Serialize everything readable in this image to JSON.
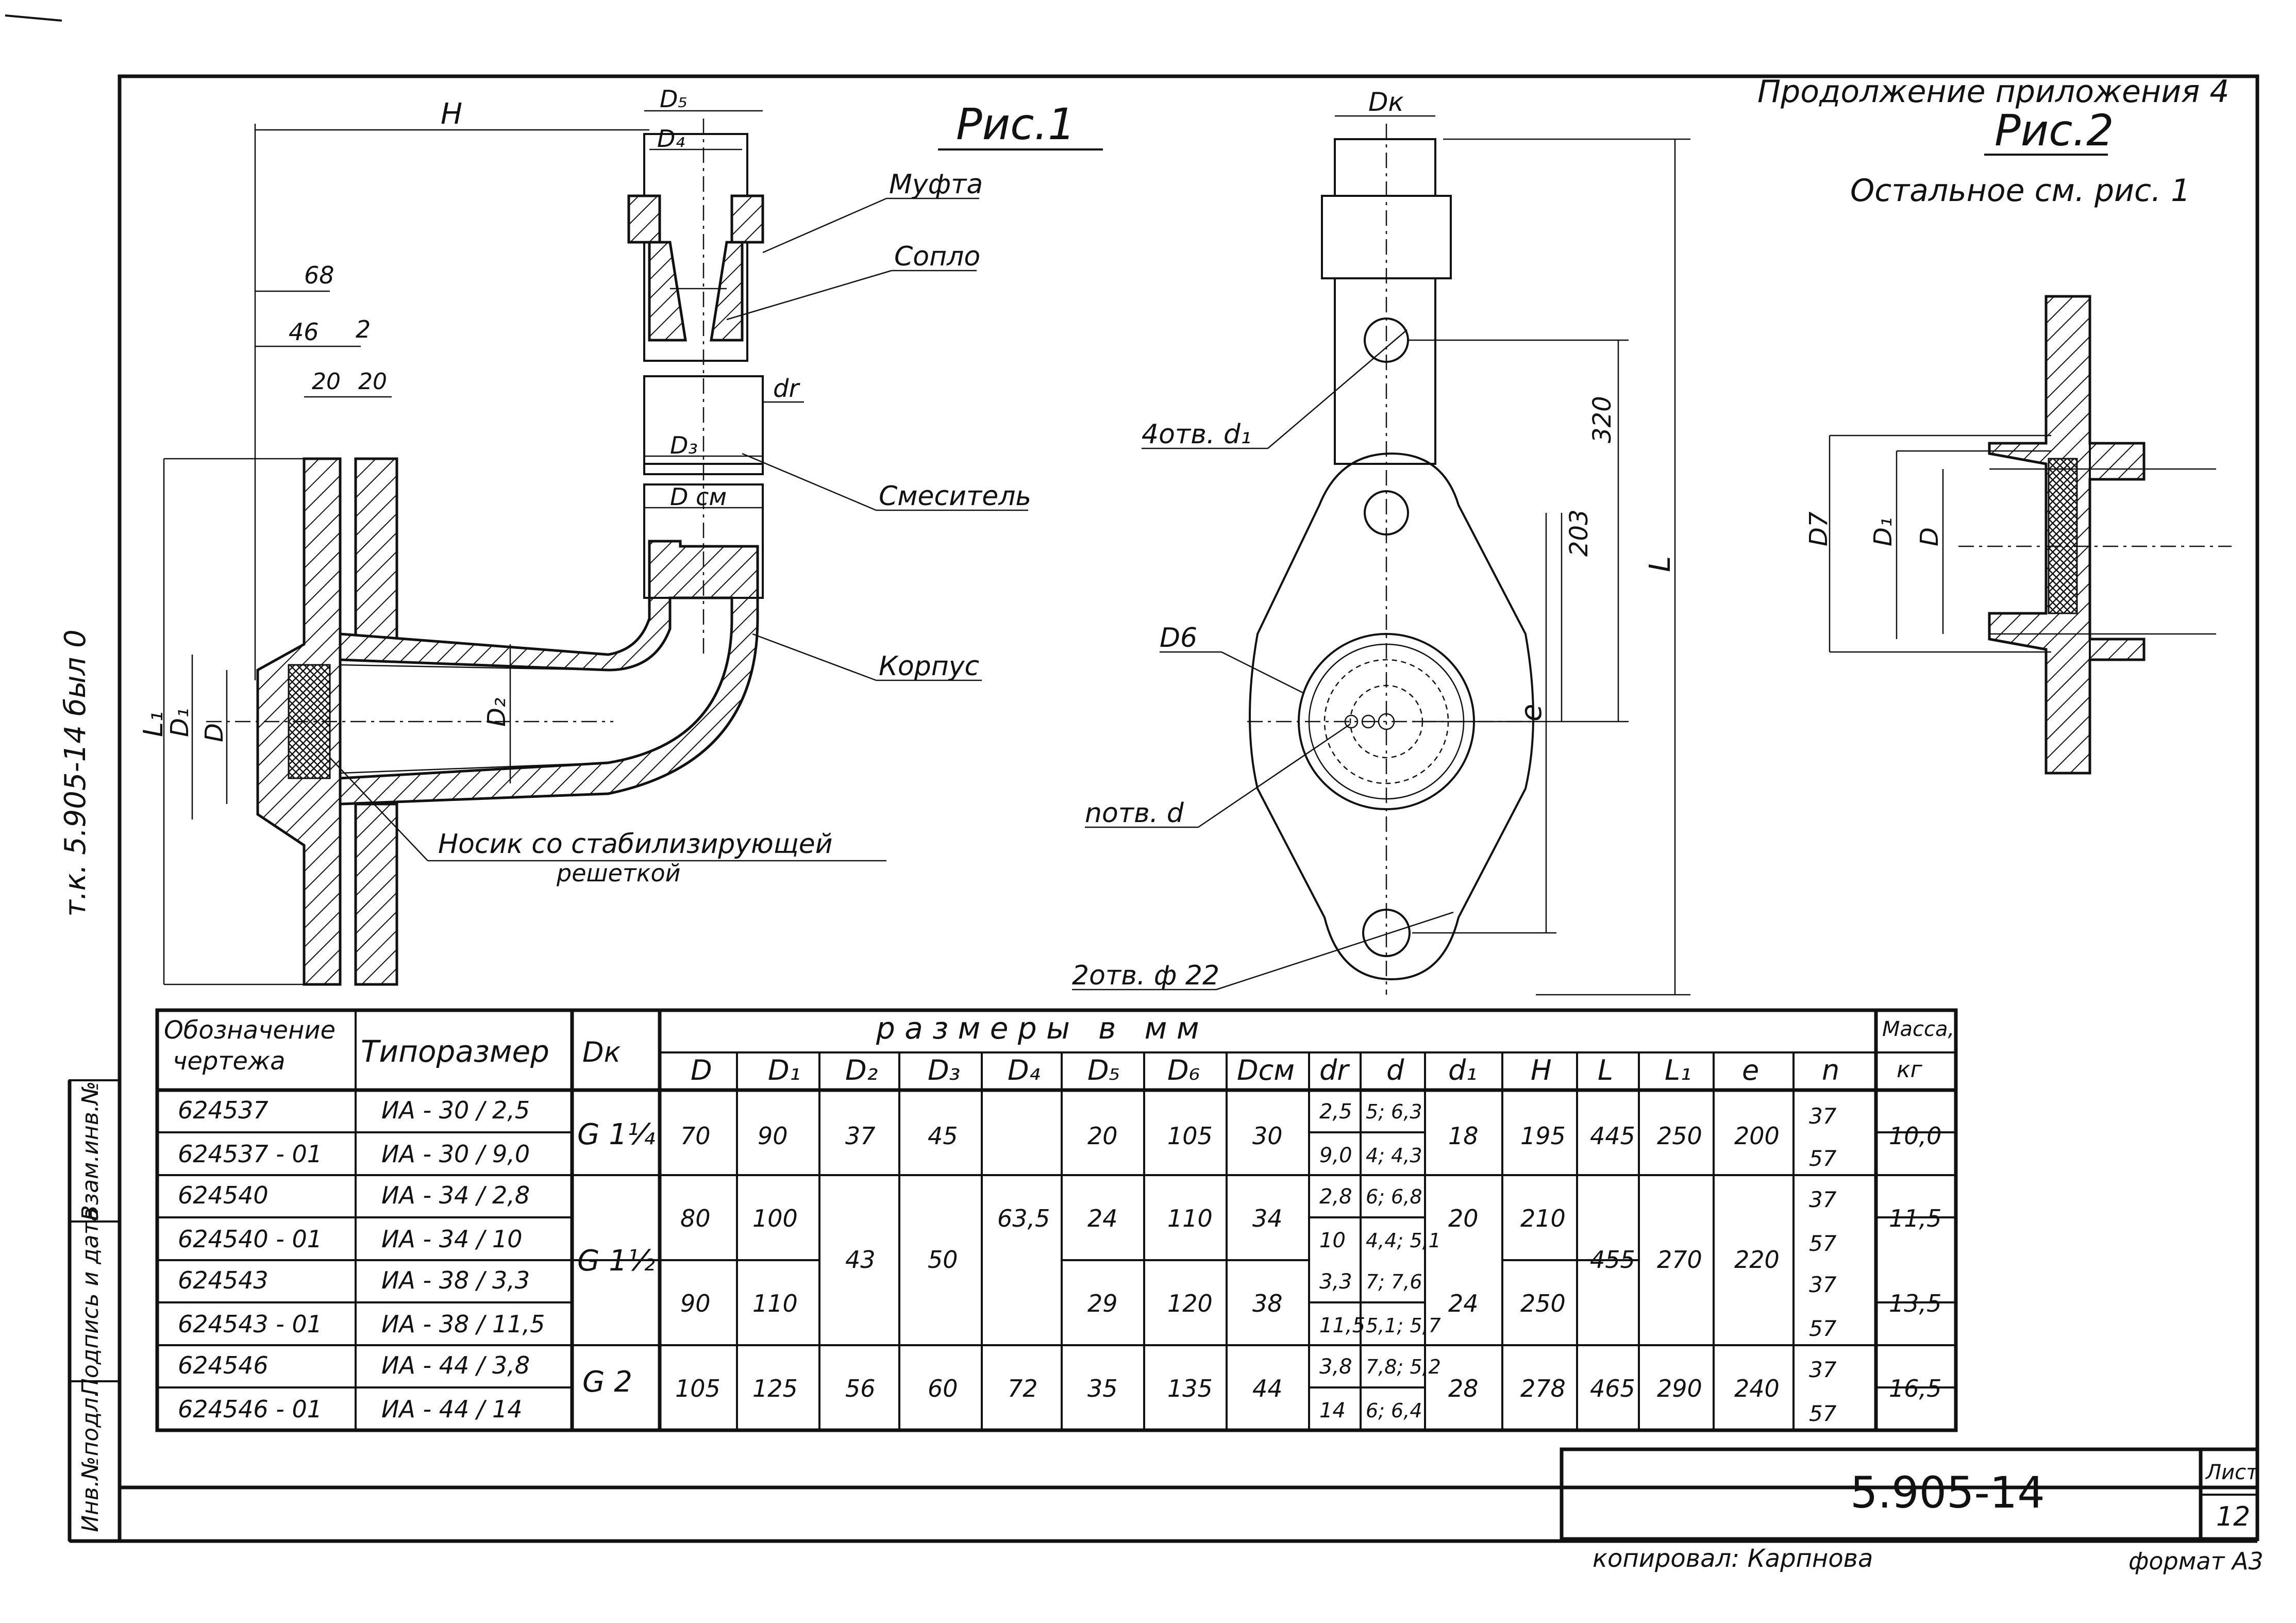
{
  "header": {
    "continuation": "Продолжение  приложения 4",
    "fig1_title": "Рис.1",
    "fig2_title": "Рис.2",
    "fig2_note": "Остальное см. рис. 1"
  },
  "fig1": {
    "dims": {
      "H": "H",
      "d68": "68",
      "d46": "46",
      "d2": "2",
      "d20a": "20",
      "d20b": "20",
      "L1": "L₁",
      "D1": "D₁",
      "D": "D",
      "D2": "D₂",
      "D5": "D₅",
      "D4": "D₄",
      "D3": "D₃",
      "Dcm": "D см",
      "dr": "dr"
    },
    "callouts": {
      "mufta": "Муфта",
      "soplo": "Сопло",
      "smesitel": "Смеситель",
      "korpus": "Корпус",
      "nosik_line1": "Носик со стабилизирующей",
      "nosik_line2": "решеткой"
    }
  },
  "fig_side": {
    "dims": {
      "Dk": "Dк",
      "d320": "320",
      "d203": "203",
      "L": "L",
      "e": "e",
      "D6": "D6"
    },
    "callouts": {
      "holes_d1": "4отв. d₁",
      "hole_d": "nотв. d",
      "holes_22": "2отв. ф 22"
    }
  },
  "fig2": {
    "dims": {
      "D7": "D7",
      "D1": "D₁",
      "D": "D"
    }
  },
  "side_stamp": "т.к. 5.905-14 был 0",
  "side_block": {
    "c1": "Инв.№подл.",
    "c2": "Подпись и дата",
    "c3": "Взам.инв.№"
  },
  "table": {
    "head_col1": [
      "Обозначение",
      "чертежа"
    ],
    "head_col2": "Типоразмер",
    "head_col3": "Dк",
    "head_group": "р а з м е р ы   в   м м",
    "head_mass": [
      "Масса,",
      "кг"
    ],
    "sub": [
      "D",
      "D₁",
      "D₂",
      "D₃",
      "D₄",
      "D₅",
      "D₆",
      "Dсм",
      "dr",
      "d",
      "d₁",
      "H",
      "L",
      "L₁",
      "e",
      "n"
    ],
    "rows": [
      {
        "code": "624537",
        "size": "ИА  - 30 / 2,5",
        "dr": "2,5",
        "d": "5; 6,3",
        "n": "37"
      },
      {
        "code": "624537 - 01",
        "size": "ИА  - 30 / 9,0",
        "dr": "9,0",
        "d": "4; 4,3",
        "n": "57"
      },
      {
        "code": "624540",
        "size": "ИА  - 34 / 2,8",
        "dr": "2,8",
        "d": "6; 6,8",
        "n": "37"
      },
      {
        "code": "624540 - 01",
        "size": "ИА  - 34 / 10",
        "dr": "10",
        "d": "4,4; 5,1",
        "n": "57"
      },
      {
        "code": "624543",
        "size": "ИА  - 38 / 3,3",
        "dr": "3,3",
        "d": "7; 7,6",
        "n": "37"
      },
      {
        "code": "624543 - 01",
        "size": "ИА  - 38 / 11,5",
        "dr": "11,5",
        "d": "5,1; 5,7",
        "n": "57"
      },
      {
        "code": "624546",
        "size": "ИА  - 44 / 3,8",
        "dr": "3,8",
        "d": "7,8; 5,2",
        "n": "37"
      },
      {
        "code": "624546 - 01",
        "size": "ИА  - 44 / 14",
        "dr": "14",
        "d": "6; 6,4",
        "n": "57"
      }
    ],
    "merged": {
      "dk1": "G 1¼",
      "dk2": "G 1½",
      "dk3": "G 2",
      "D_1": "70",
      "D_2": "80",
      "D_3": "90",
      "D_4": "105",
      "D1_1": "90",
      "D1_2": "100",
      "D1_3": "110",
      "D1_4": "125",
      "D2_1": "37",
      "D2_2": "43",
      "D2_3": "56",
      "D3_1": "45",
      "D3_2": "50",
      "D3_3": "60",
      "D4_1": "63,5",
      "D4_2": "72",
      "D5_1": "20",
      "D5_2": "24",
      "D5_3": "29",
      "D5_4": "35",
      "D6_1": "105",
      "D6_2": "110",
      "D6_3": "120",
      "D6_4": "135",
      "Dcm_1": "30",
      "Dcm_2": "34",
      "Dcm_3": "38",
      "Dcm_4": "44",
      "d1_1": "18",
      "d1_2": "20",
      "d1_3": "24",
      "d1_4": "28",
      "H_1": "195",
      "H_2": "210",
      "H_3": "250",
      "H_4": "278",
      "L_1": "445",
      "L_2": "455",
      "L_3": "465",
      "L1_1": "250",
      "L1_2": "270",
      "L1_3": "290",
      "e_1": "200",
      "e_2": "220",
      "e_3": "240",
      "m_1": "10,0",
      "m_2": "11,5",
      "m_3": "13,5",
      "m_4": "16,5"
    }
  },
  "title_block": {
    "doc_number": "5.905-14",
    "sheet_label": "Лист",
    "sheet_no": "12"
  },
  "footer": {
    "copied": "копировал: Карпнова",
    "format": "формат А3"
  }
}
